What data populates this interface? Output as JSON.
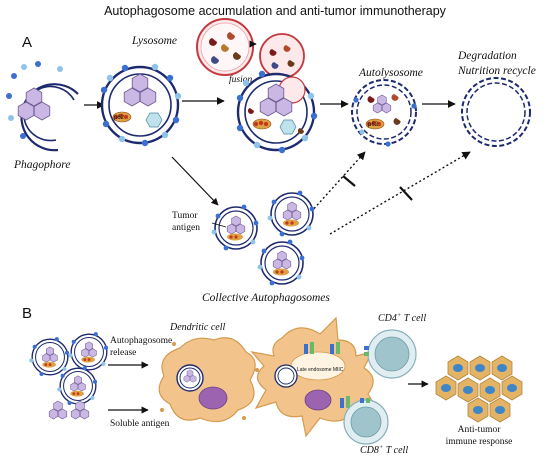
{
  "title": "Autophagosome accumulation and anti-tumor immunotherapy",
  "panel_a": {
    "label": "A",
    "lysosome": "Lysosome",
    "fusion": "fusion",
    "phagophore": "Phagophore",
    "autolysosome": "Autolysosome",
    "degradation_line1": "Degradation",
    "degradation_line2": "Nutrition recycle",
    "tumor_antigen_line1": "Tumor",
    "tumor_antigen_line2": "antigen",
    "collective": "Collective Autophagosomes",
    "p62": "p62"
  },
  "panel_b": {
    "label": "B",
    "release_line1": "Autophagosome",
    "release_line2": "release",
    "soluble_antigen": "Soluble antigen",
    "dendritic_cell": "Dendritic cell",
    "late_endosome": "Late endosome MIIC",
    "cd4": "CD4",
    "cd8": "CD8",
    "plus": "+",
    "t_cell": "T cell",
    "response_line1": "Anti-tumor",
    "response_line2": "immune response"
  },
  "colors": {
    "membrane": "#1e2a6e",
    "dot_blue": "#3b6fd0",
    "dot_light": "#8fc3ea",
    "antigen": "#cbb7e3",
    "p62": "#c8641e",
    "lysosome": "#c43a40",
    "dendritic": "#f2c48c",
    "tcell": "#9fc4cc",
    "tumor": "#e4b466",
    "nucleus_tumor": "#3f86c9"
  }
}
